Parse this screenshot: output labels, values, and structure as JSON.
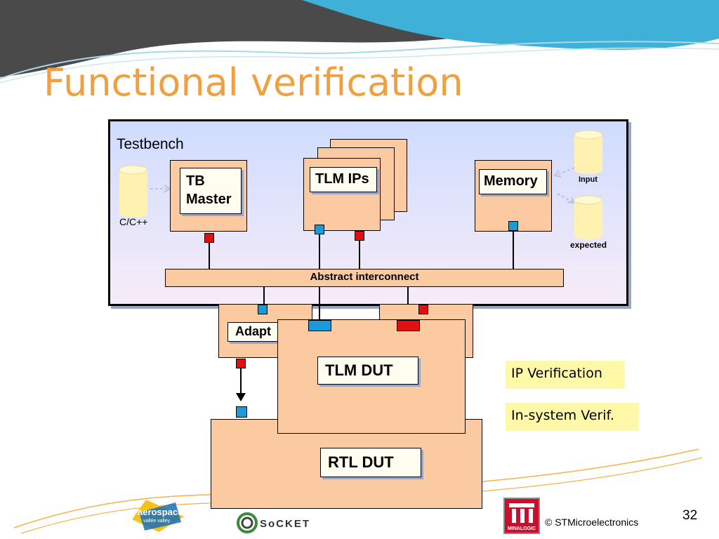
{
  "slide": {
    "title": "Functional verification",
    "page_number": "32",
    "copyright": "© STMicroelectronics"
  },
  "diagram": {
    "testbench_label": "Testbench",
    "c_cpp_label": "C/C++",
    "tb_master_label_line1": "TB",
    "tb_master_label_line2": "Master",
    "tlm_ips_label": "TLM IPs",
    "memory_label": "Memory",
    "input_label": "Input",
    "expected_label": "expected",
    "interconnect_label": "Abstract interconnect",
    "adaptor_label": "Adapt",
    "tlm_dut_label": "TLM DUT",
    "rtl_dut_label": "RTL DUT"
  },
  "notes": {
    "ip_verification": "IP Verification",
    "in_system_verif": "In-system Verif."
  },
  "logos": {
    "aerospace": "aerospace",
    "aerospace_sub": "vallée valley",
    "socket": "SoCKET",
    "minalogic": "MINALOGIC"
  },
  "colors": {
    "title": "#f0a040",
    "box_fill": "#fccaa0",
    "port_blue": "#1a9ad6",
    "port_red": "#e01010",
    "note_fill": "#fff8a8"
  }
}
